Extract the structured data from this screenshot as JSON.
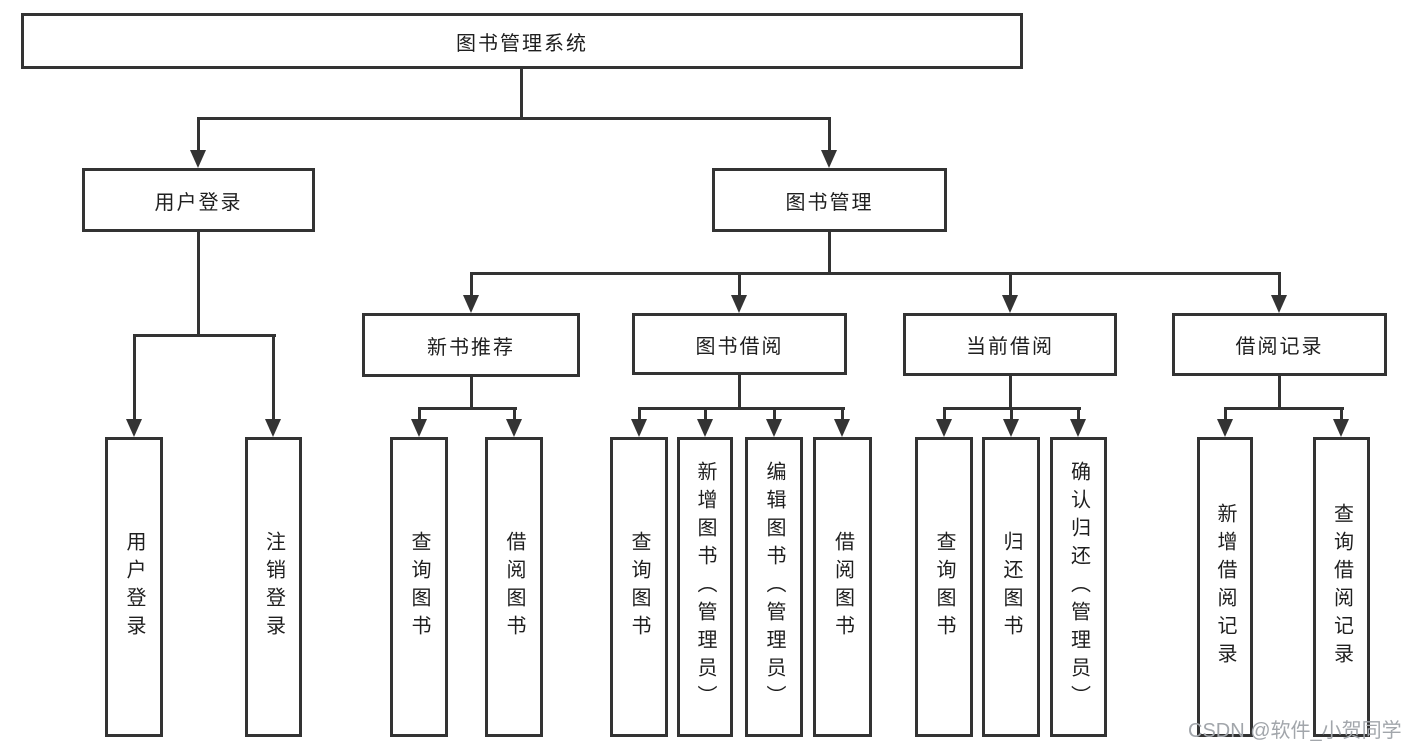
{
  "diagram": {
    "root": {
      "label": "图书管理系统"
    },
    "branches": [
      {
        "label": "用户登录",
        "children": [
          {
            "label": "用户登录"
          },
          {
            "label": "注销登录"
          }
        ]
      },
      {
        "label": "图书管理",
        "sections": [
          {
            "label": "新书推荐",
            "children": [
              {
                "label": "查询图书"
              },
              {
                "label": "借阅图书"
              }
            ]
          },
          {
            "label": "图书借阅",
            "children": [
              {
                "label": "查询图书"
              },
              {
                "label": "新增图书（管理员）"
              },
              {
                "label": "编辑图书（管理员）"
              },
              {
                "label": "借阅图书"
              }
            ]
          },
          {
            "label": "当前借阅",
            "children": [
              {
                "label": "查询图书"
              },
              {
                "label": "归还图书"
              },
              {
                "label": "确认归还（管理员）"
              }
            ]
          },
          {
            "label": "借阅记录",
            "children": [
              {
                "label": "新增借阅记录"
              },
              {
                "label": "查询借阅记录"
              }
            ]
          }
        ]
      }
    ],
    "line_color": "#333333"
  },
  "watermark": {
    "text": "CSDN @软件_小贺同学"
  }
}
